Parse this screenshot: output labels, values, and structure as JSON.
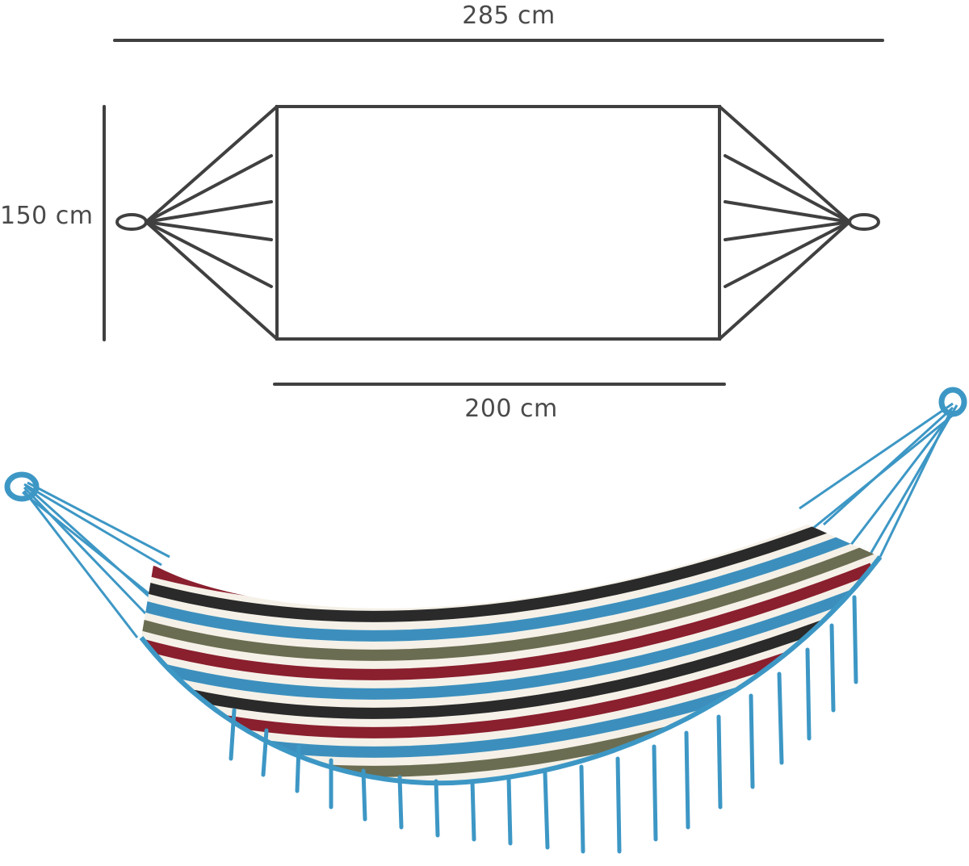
{
  "dimensions": {
    "total_length": "285 cm",
    "width": "150 cm",
    "bed_length": "200 cm"
  },
  "colors": {
    "line": "#404040",
    "rope": "#3d97c5",
    "stripe_red": "#8a1f2e",
    "stripe_black": "#2a2a2a",
    "stripe_olive": "#6b6d52",
    "stripe_blue": "#3c8fbd",
    "stripe_cream": "#f5f1e8"
  }
}
